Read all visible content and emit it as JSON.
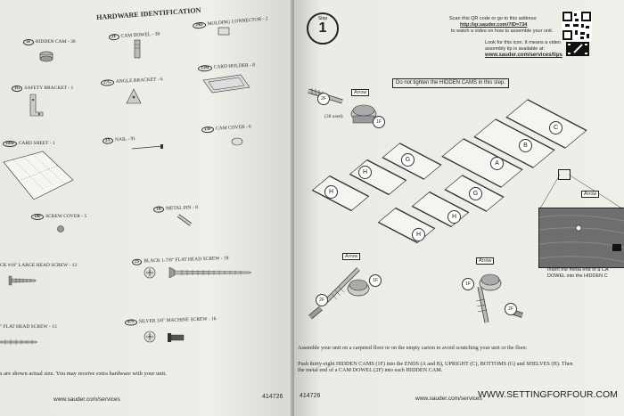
{
  "left": {
    "title": "HARDWARE IDENTIFICATION",
    "items": [
      {
        "code": "1F",
        "name": "HIDDEN CAM - 38"
      },
      {
        "code": "2F",
        "name": "CAM DOWEL - 38"
      },
      {
        "code": "29D",
        "name": "MOLDING CONNECTOR - 2"
      },
      {
        "code": "1G",
        "name": "SAFETY BRACKET - 1"
      },
      {
        "code": "27G",
        "name": "ANGLE BRACKET - 6"
      },
      {
        "code": "33M",
        "name": "CARD HOLDER - 8"
      },
      {
        "code": "30M",
        "name": "CARD SHEET - 1"
      },
      {
        "code": "2X",
        "name": "NAIL - 91"
      },
      {
        "code": "13P",
        "name": "CAM COVER - 6"
      },
      {
        "code": "18P",
        "name": "SCREW COVER - 5"
      },
      {
        "code": "1R",
        "name": "METAL PIN - 8"
      },
      {
        "code": "",
        "name": "CK #16\" LARGE HEAD SCREW - 13"
      },
      {
        "code": "2S",
        "name": "BLACK 1-7/8\" FLAT HEAD SCREW - 18"
      },
      {
        "code": "",
        "name": "\" FLAT HEAD SCREW - 13"
      },
      {
        "code": "97S",
        "name": "SILVER 3/8\" MACHINE SCREW - 16"
      }
    ],
    "footnote": "s are shown actual size. You may receive extra hardware with your unit.",
    "footer_url": "www.sauder.com/services",
    "footer_num": "414726"
  },
  "right": {
    "step_label": "Step",
    "step_number": "1",
    "qr_text_1": "Scan this QR code or go to this address:",
    "qr_url": "http://qr.sauder.com/?ID=734",
    "qr_text_2": "to watch a video on how to assemble your unit.",
    "video_text_1": "Look for this icon. It means a video",
    "video_text_2": "assembly tip is available at:",
    "video_url": "www.sauder.com/services/tips",
    "warning": "Do not tighten the HIDDEN CAMS in this step.",
    "arrow": "Arrow",
    "used": "(38 used)",
    "hw_1f": "1F",
    "hw_2f": "2F",
    "panels": [
      "C",
      "B",
      "A",
      "G",
      "G",
      "H",
      "H",
      "H",
      "H"
    ],
    "inset_1": "Insert the metal end of a CA",
    "inset_2": "DOWEL into the HIDDEN C",
    "instr_1": "Assemble your unit on a carpeted floor or on the empty carton to avoid scratching your unit or the floor.",
    "instr_2a": "Push thirty-eight HIDDEN CAMS (1F) into the ENDS (A and B), UPRIGHT (C), BOTTOMS (G) and SHELVES (H). Then",
    "instr_2b": "the metal end of a CAM DOWEL (2F) into each HIDDEN CAM.",
    "footer_num": "414726",
    "footer_url": "www.sauder.com/services",
    "watermark": "WWW.SETTINGFORFOUR.COM"
  }
}
